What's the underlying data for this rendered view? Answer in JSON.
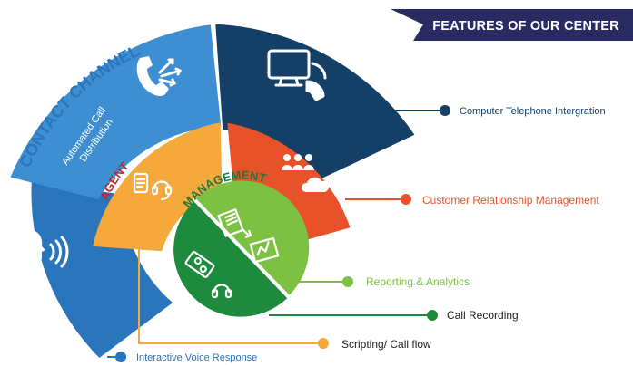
{
  "banner": {
    "title": "FEATURES OF OUR CENTER"
  },
  "rings": {
    "contact_channel": "CONTACT CHANNEL",
    "agent": "AGENT",
    "management": "MANAGEMENT"
  },
  "segments": {
    "acd_line1": "Automated Call",
    "acd_line2": "Distribution"
  },
  "features": [
    {
      "label": "Computer Telephone Intergration",
      "color": "#143f66"
    },
    {
      "label": "Customer Relationship Management",
      "color": "#e8522a"
    },
    {
      "label": "Reporting & Analytics",
      "color": "#7dc142"
    },
    {
      "label": "Call Recording",
      "color": "#1e8a3e"
    },
    {
      "label": "Scripting/ Call flow",
      "color": "#f5a93a"
    },
    {
      "label": "Interactive Voice Response",
      "color": "#2a75bb"
    }
  ],
  "colors": {
    "dark_navy": "#143f66",
    "mid_blue": "#3d8fd1",
    "bright_blue": "#2a75bb",
    "orange_yellow": "#f5a93a",
    "red_orange": "#e8522a",
    "lime_green": "#7dc142",
    "dark_green": "#1e8a3e",
    "banner": "#2b2b63"
  },
  "icons": [
    "phone-arrows-icon",
    "computer-phone-icon",
    "speaking-head-icon",
    "script-headset-icon",
    "people-cloud-icon",
    "report-chart-icon",
    "recorder-headset-icon"
  ]
}
